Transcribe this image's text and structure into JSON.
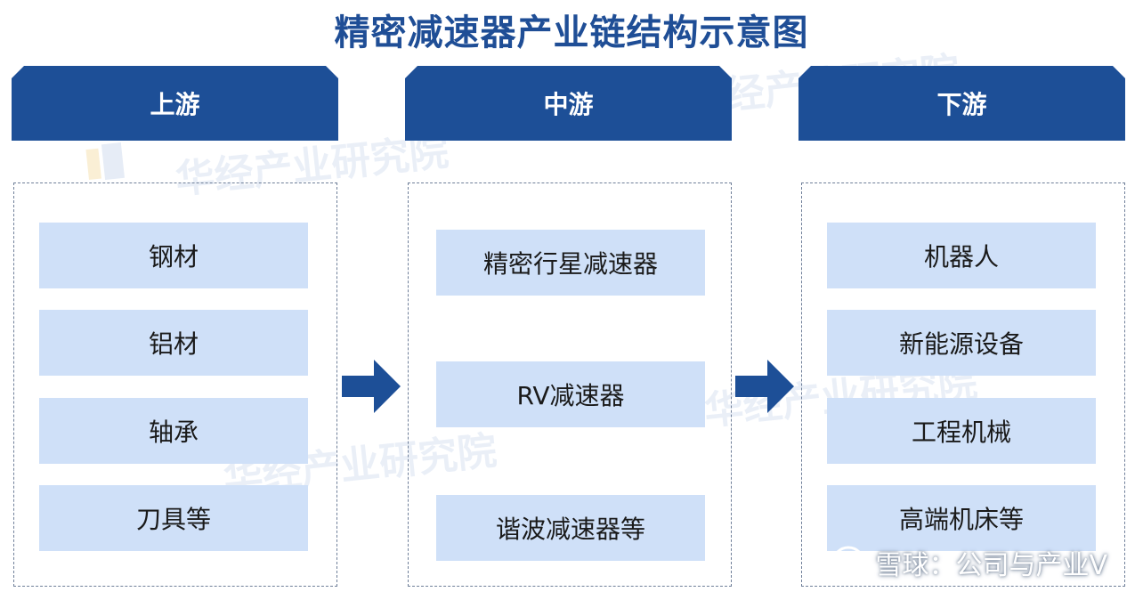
{
  "title": "精密减速器产业链结构示意图",
  "watermark": "华经产业研究院",
  "columns": [
    {
      "header": "上游",
      "items": [
        "钢材",
        "铝材",
        "轴承",
        "刀具等"
      ]
    },
    {
      "header": "中游",
      "items": [
        "精密行星减速器",
        "RV减速器",
        "谐波减速器等"
      ]
    },
    {
      "header": "下游",
      "items": [
        "机器人",
        "新能源设备",
        "工程机械",
        "高端机床等"
      ]
    }
  ],
  "footer": {
    "text": "雪球：公司与产业V"
  },
  "colors": {
    "header": "#1d4f97",
    "item_fill": "#cfe0f8",
    "title": "#1f4e96",
    "arrow": "#1d4f97"
  },
  "icons": {
    "arrow": "right-arrow-icon",
    "footer_logo": "snowball-logo-icon"
  }
}
